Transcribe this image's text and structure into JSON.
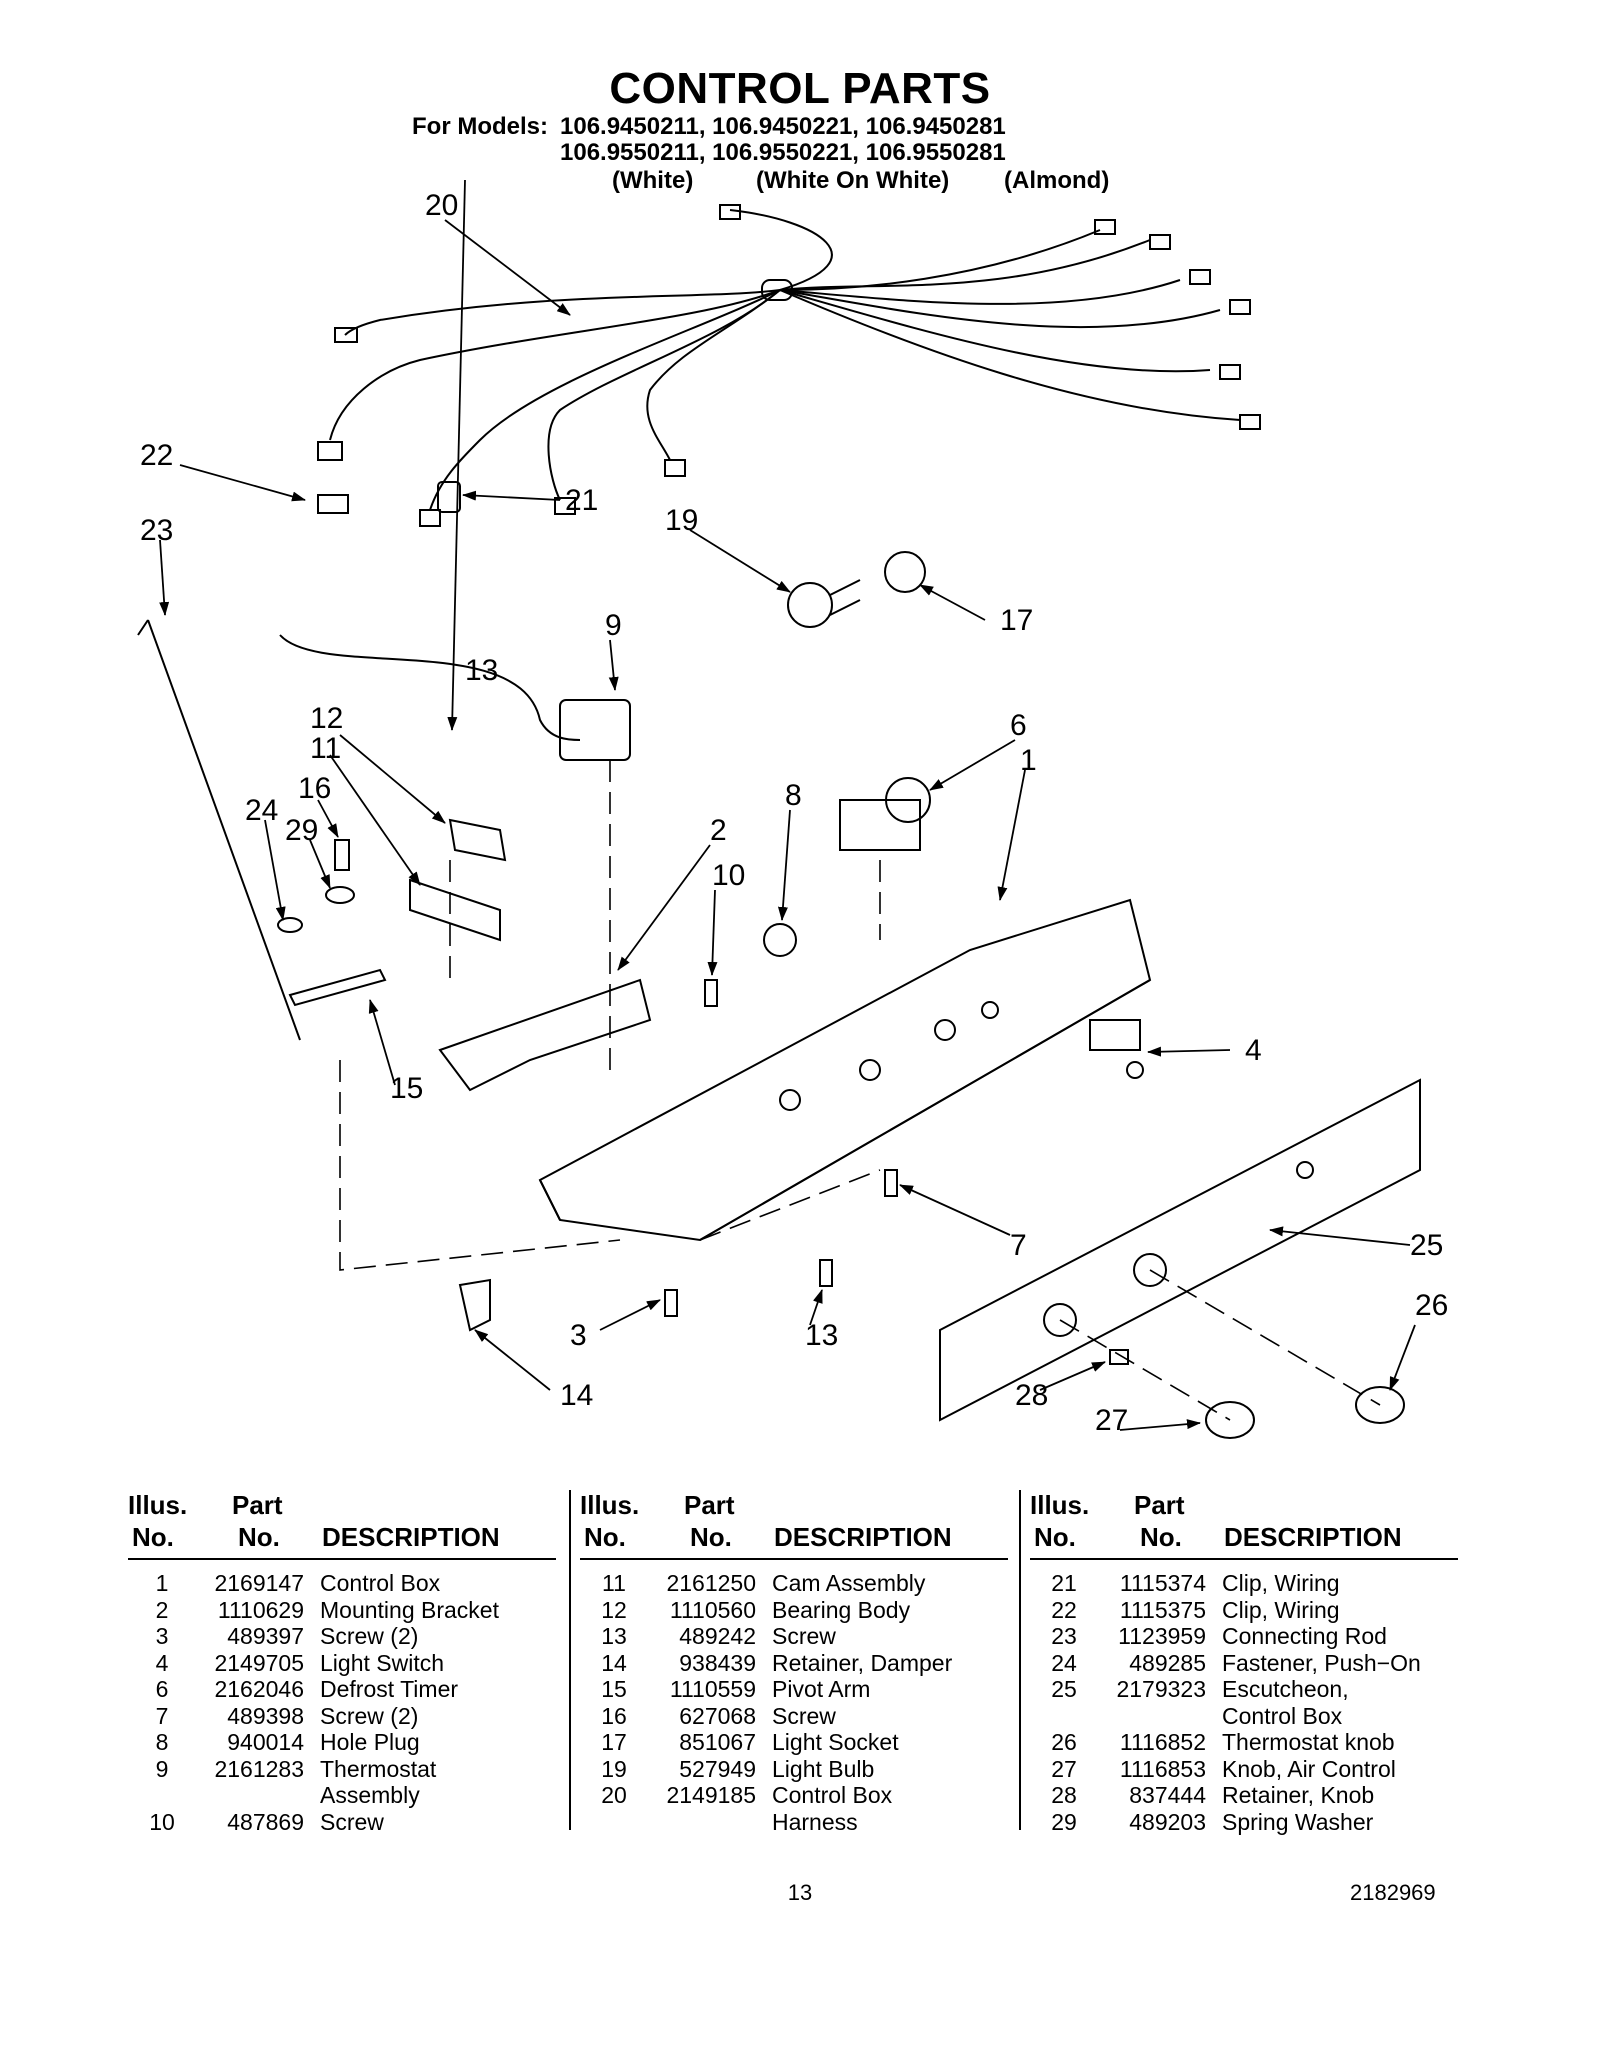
{
  "header": {
    "title": "CONTROL PARTS",
    "models_prefix": "For Models:",
    "models_row1": "106.9450211, 106.9450221, 106.9450281",
    "models_row2": "106.9550211, 106.9550221, 106.9550281",
    "color_white": "(White)",
    "color_white_on_white": "(White On White)",
    "color_almond": "(Almond)"
  },
  "diagram": {
    "callouts": [
      "20",
      "22",
      "23",
      "21",
      "19",
      "17",
      "9",
      "13",
      "12",
      "11",
      "16",
      "24",
      "29",
      "6",
      "1",
      "8",
      "2",
      "10",
      "4",
      "15",
      "7",
      "25",
      "26",
      "3",
      "13",
      "14",
      "28",
      "27"
    ]
  },
  "table": {
    "headers": {
      "illus_1": "Illus.",
      "illus_2": "No.",
      "part_1": "Part",
      "part_2": "No.",
      "desc": "DESCRIPTION"
    },
    "columns": [
      [
        {
          "illus": "1",
          "part": "2169147",
          "desc": "Control Box"
        },
        {
          "illus": "2",
          "part": "1110629",
          "desc": "Mounting Bracket"
        },
        {
          "illus": "3",
          "part": "489397",
          "desc": "Screw (2)"
        },
        {
          "illus": "4",
          "part": "2149705",
          "desc": "Light Switch"
        },
        {
          "illus": "6",
          "part": "2162046",
          "desc": "Defrost Timer"
        },
        {
          "illus": "7",
          "part": "489398",
          "desc": "Screw (2)"
        },
        {
          "illus": "8",
          "part": "940014",
          "desc": "Hole Plug"
        },
        {
          "illus": "9",
          "part": "2161283",
          "desc": "Thermostat"
        },
        {
          "illus": "",
          "part": "",
          "desc": "Assembly"
        },
        {
          "illus": "10",
          "part": "487869",
          "desc": "Screw"
        }
      ],
      [
        {
          "illus": "11",
          "part": "2161250",
          "desc": "Cam Assembly"
        },
        {
          "illus": "12",
          "part": "1110560",
          "desc": "Bearing Body"
        },
        {
          "illus": "13",
          "part": "489242",
          "desc": "Screw"
        },
        {
          "illus": "14",
          "part": "938439",
          "desc": "Retainer, Damper"
        },
        {
          "illus": "15",
          "part": "1110559",
          "desc": "Pivot Arm"
        },
        {
          "illus": "16",
          "part": "627068",
          "desc": "Screw"
        },
        {
          "illus": "17",
          "part": "851067",
          "desc": "Light Socket"
        },
        {
          "illus": "19",
          "part": "527949",
          "desc": "Light Bulb"
        },
        {
          "illus": "20",
          "part": "2149185",
          "desc": "Control Box"
        },
        {
          "illus": "",
          "part": "",
          "desc": "Harness"
        }
      ],
      [
        {
          "illus": "21",
          "part": "1115374",
          "desc": "Clip, Wiring"
        },
        {
          "illus": "22",
          "part": "1115375",
          "desc": "Clip, Wiring"
        },
        {
          "illus": "23",
          "part": "1123959",
          "desc": "Connecting Rod"
        },
        {
          "illus": "24",
          "part": "489285",
          "desc": "Fastener, Push−On"
        },
        {
          "illus": "25",
          "part": "2179323",
          "desc": "Escutcheon,"
        },
        {
          "illus": "",
          "part": "",
          "desc": "Control Box"
        },
        {
          "illus": "26",
          "part": "1116852",
          "desc": "Thermostat knob"
        },
        {
          "illus": "27",
          "part": "1116853",
          "desc": "Knob, Air Control"
        },
        {
          "illus": "28",
          "part": "837444",
          "desc": "Retainer, Knob"
        },
        {
          "illus": "29",
          "part": "489203",
          "desc": "Spring Washer"
        }
      ]
    ]
  },
  "footer": {
    "page_number": "13",
    "doc_code": "2182969"
  }
}
